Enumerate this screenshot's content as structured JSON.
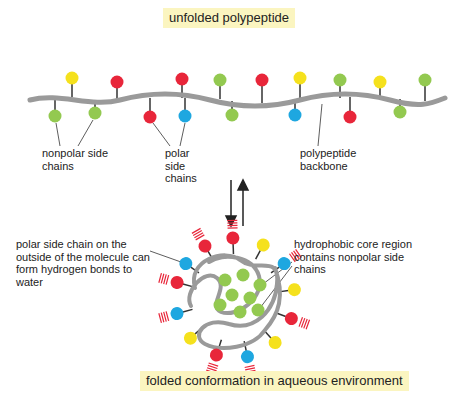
{
  "diagram": {
    "nodes": [
      {
        "text": [
          "unfolded polypeptide"
        ]
      },
      {
        "text": [
          "folded conformation in aqueous environment"
        ]
      }
    ],
    "labels": [
      "nonpolar side chains",
      "polar side chains",
      "polypeptide backbone",
      "polar side chain on the outside of the molecule can form hydrogen bonds to water",
      "hydrophobic core region contains nonpolar side chains"
    ]
  }
}
